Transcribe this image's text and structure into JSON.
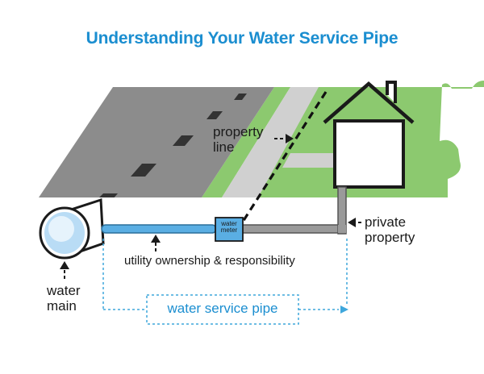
{
  "title": "Understanding Your Water Service Pipe",
  "labels": {
    "property_line": [
      "property",
      "line"
    ],
    "private_property": [
      "private",
      "property"
    ],
    "water_meter": [
      "water",
      "meter"
    ],
    "utility": "utility ownership & responsibility",
    "water_main": [
      "water",
      "main"
    ],
    "water_service_pipe": "water service pipe"
  },
  "colors": {
    "title": "#1b8ed0",
    "road": "#8c8c8c",
    "sidewalk": "#d0d0d0",
    "lawn": "#8cc96f",
    "utility_pipe": "#5aaee3",
    "private_pipe": "#9a9a9a",
    "dashed_bracket": "#3fa7dc"
  },
  "icons": [
    "house-icon",
    "water-main-pipe-icon",
    "water-meter-icon",
    "road-icon"
  ]
}
